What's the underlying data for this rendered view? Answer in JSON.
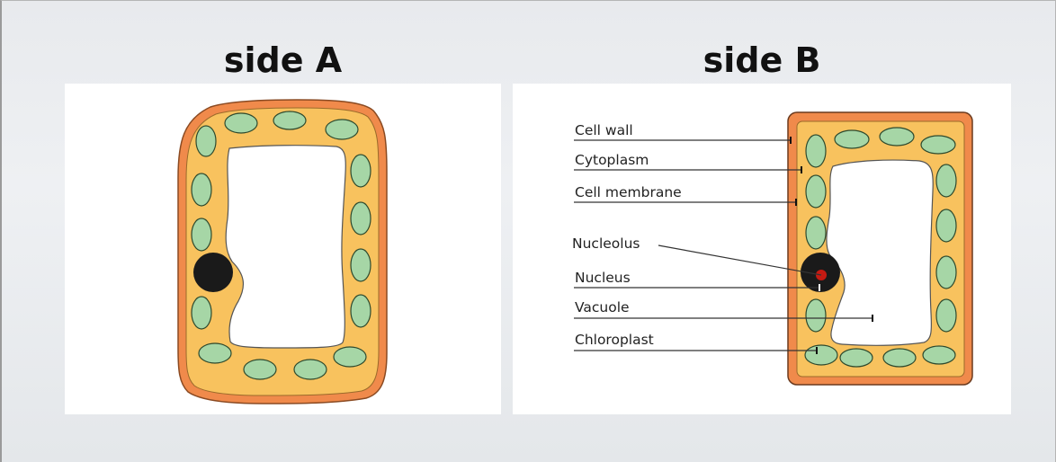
{
  "slide": {
    "left_title": "side A",
    "right_title": "side B"
  },
  "diagram_b": {
    "labels": {
      "cell_wall": "Cell wall",
      "cytoplasm": "Cytoplasm",
      "cell_membrane": "Cell membrane",
      "nucleolus": "Nucleolus",
      "nucleus": "Nucleus",
      "vacuole": "Vacuole",
      "chloroplast": "Chloroplast"
    }
  },
  "colors": {
    "cell_wall": "#f08a4b",
    "cytoplasm": "#f8c25e",
    "chloroplast": "#a6d6a6",
    "nucleus": "#1a1a1a",
    "nucleolus": "#c41a12",
    "vacuole": "#ffffff"
  }
}
